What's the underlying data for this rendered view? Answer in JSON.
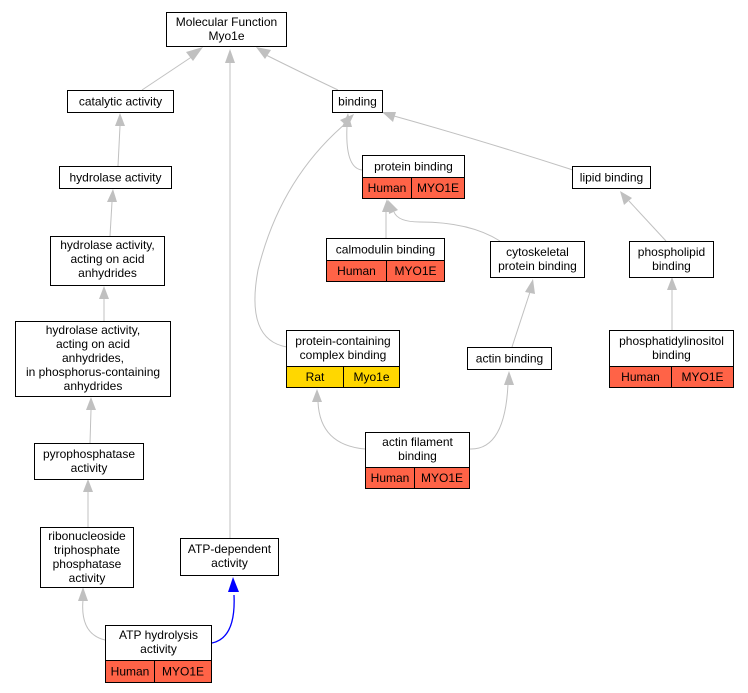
{
  "graph": {
    "nodes": [
      {
        "id": "mf",
        "lines": [
          "Molecular Function",
          "Myo1e"
        ]
      },
      {
        "id": "catalytic",
        "lines": [
          "catalytic activity"
        ]
      },
      {
        "id": "binding",
        "lines": [
          "binding"
        ]
      },
      {
        "id": "hydrolase",
        "lines": [
          "hydrolase activity"
        ]
      },
      {
        "id": "protein_binding",
        "lines": [
          "protein binding"
        ],
        "annotation": [
          "Human",
          "MYO1E"
        ]
      },
      {
        "id": "lipid_binding",
        "lines": [
          "lipid binding"
        ]
      },
      {
        "id": "hydrolase_acid",
        "lines": [
          "hydrolase activity,",
          "acting on acid",
          "anhydrides"
        ]
      },
      {
        "id": "calmodulin",
        "lines": [
          "calmodulin binding"
        ],
        "annotation": [
          "Human",
          "MYO1E"
        ]
      },
      {
        "id": "cytoskeletal",
        "lines": [
          "cytoskeletal",
          "protein binding"
        ]
      },
      {
        "id": "phospholipid",
        "lines": [
          "phospholipid",
          "binding"
        ]
      },
      {
        "id": "hydrolase_phos",
        "lines": [
          "hydrolase activity,",
          "acting on acid",
          "anhydrides,",
          "in phosphorus-containing",
          "anhydrides"
        ]
      },
      {
        "id": "complex",
        "lines": [
          "protein-containing",
          "complex binding"
        ],
        "annotation": [
          "Rat",
          "Myo1e"
        ]
      },
      {
        "id": "actin",
        "lines": [
          "actin binding"
        ]
      },
      {
        "id": "pip",
        "lines": [
          "phosphatidylinositol",
          "binding"
        ],
        "annotation": [
          "Human",
          "MYO1E"
        ]
      },
      {
        "id": "pyro",
        "lines": [
          "pyrophosphatase",
          "activity"
        ]
      },
      {
        "id": "actin_filament",
        "lines": [
          "actin filament",
          "binding"
        ],
        "annotation": [
          "Human",
          "MYO1E"
        ]
      },
      {
        "id": "ntp",
        "lines": [
          "ribonucleoside",
          "triphosphate",
          "phosphatase",
          "activity"
        ]
      },
      {
        "id": "atp_dep",
        "lines": [
          "ATP-dependent",
          "activity"
        ]
      },
      {
        "id": "atp_hyd",
        "lines": [
          "ATP hydrolysis",
          "activity"
        ],
        "annotation": [
          "Human",
          "MYO1E"
        ]
      }
    ],
    "edges": [
      {
        "from": "catalytic",
        "to": "mf",
        "type": "is_a"
      },
      {
        "from": "binding",
        "to": "mf",
        "type": "is_a"
      },
      {
        "from": "atp_dep",
        "to": "mf",
        "type": "is_a"
      },
      {
        "from": "hydrolase",
        "to": "catalytic",
        "type": "is_a"
      },
      {
        "from": "hydrolase_acid",
        "to": "hydrolase",
        "type": "is_a"
      },
      {
        "from": "hydrolase_phos",
        "to": "hydrolase_acid",
        "type": "is_a"
      },
      {
        "from": "pyro",
        "to": "hydrolase_phos",
        "type": "is_a"
      },
      {
        "from": "ntp",
        "to": "pyro",
        "type": "is_a"
      },
      {
        "from": "atp_hyd",
        "to": "ntp",
        "type": "is_a"
      },
      {
        "from": "atp_hyd",
        "to": "atp_dep",
        "type": "part_of"
      },
      {
        "from": "protein_binding",
        "to": "binding",
        "type": "is_a"
      },
      {
        "from": "lipid_binding",
        "to": "binding",
        "type": "is_a"
      },
      {
        "from": "complex",
        "to": "binding",
        "type": "is_a"
      },
      {
        "from": "calmodulin",
        "to": "protein_binding",
        "type": "is_a"
      },
      {
        "from": "cytoskeletal",
        "to": "protein_binding",
        "type": "is_a"
      },
      {
        "from": "actin",
        "to": "cytoskeletal",
        "type": "is_a"
      },
      {
        "from": "actin_filament",
        "to": "actin",
        "type": "is_a"
      },
      {
        "from": "actin_filament",
        "to": "complex",
        "type": "is_a"
      },
      {
        "from": "phospholipid",
        "to": "lipid_binding",
        "type": "is_a"
      },
      {
        "from": "pip",
        "to": "phospholipid",
        "type": "is_a"
      }
    ]
  },
  "colors": {
    "human_annotation": "#ff6347",
    "rat_annotation": "#ffd700",
    "edge_is_a": "#c0c0c0",
    "edge_highlight": "#0000ff",
    "node_border": "#000000"
  }
}
